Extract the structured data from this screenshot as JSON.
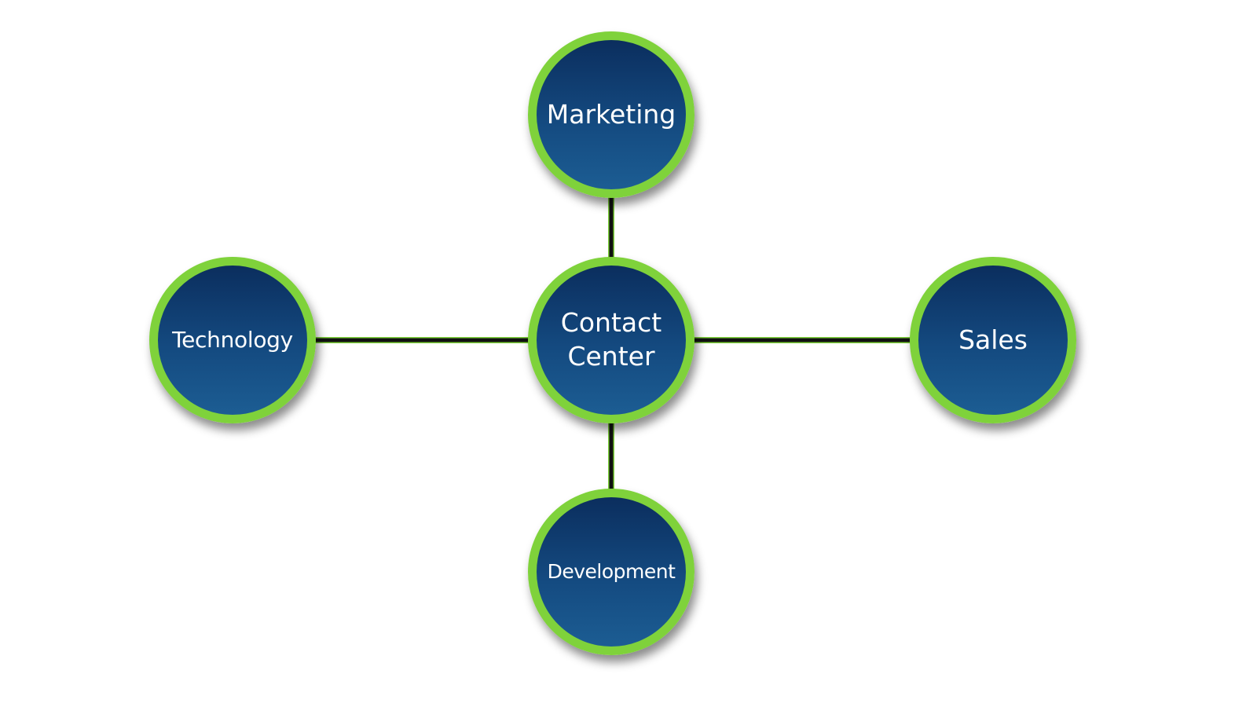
{
  "diagram": {
    "center": {
      "label": "Contact\nCenter"
    },
    "nodes": {
      "top": {
        "label": "Marketing"
      },
      "left": {
        "label": "Technology"
      },
      "right": {
        "label": "Sales"
      },
      "bottom": {
        "label": "Development"
      }
    },
    "colors": {
      "node_fill_top": "#0b2e5e",
      "node_fill_bottom": "#1c5d93",
      "node_ring": "#7fd23b",
      "connector": "#111111",
      "label": "#ffffff"
    }
  }
}
